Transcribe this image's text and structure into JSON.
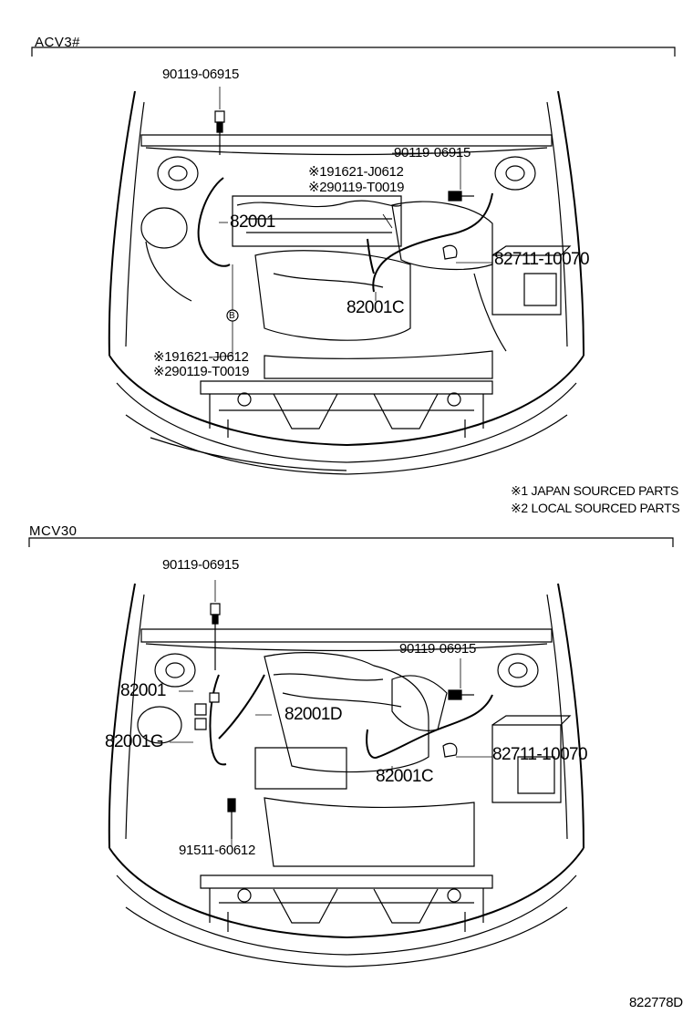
{
  "sections": [
    {
      "title": "ACV3#",
      "labels": {
        "bolt_top": "90119-06915",
        "bolt_right": "90119-06915",
        "jp_part": "※191621-J0612",
        "local_part": "※290119-T0019",
        "cable_left": "82001",
        "clamp": "82711-10070",
        "cable_c": "82001C",
        "jp_part_lower": "※191621-J0612",
        "local_part_lower": "※290119-T0019",
        "ref_b": "B"
      }
    },
    {
      "title": "MCV30",
      "labels": {
        "bolt_top": "90119-06915",
        "bolt_right": "90119-06915",
        "cable_left": "82001",
        "cable_d": "82001D",
        "cable_g": "82001G",
        "clamp": "82711-10070",
        "cable_c": "82001C",
        "stud": "91511-60612"
      }
    }
  ],
  "notes": {
    "note1": "※1  JAPAN SOURCED PARTS",
    "note2": "※2  LOCAL SOURCED PARTS"
  },
  "figure_id": "822778D"
}
